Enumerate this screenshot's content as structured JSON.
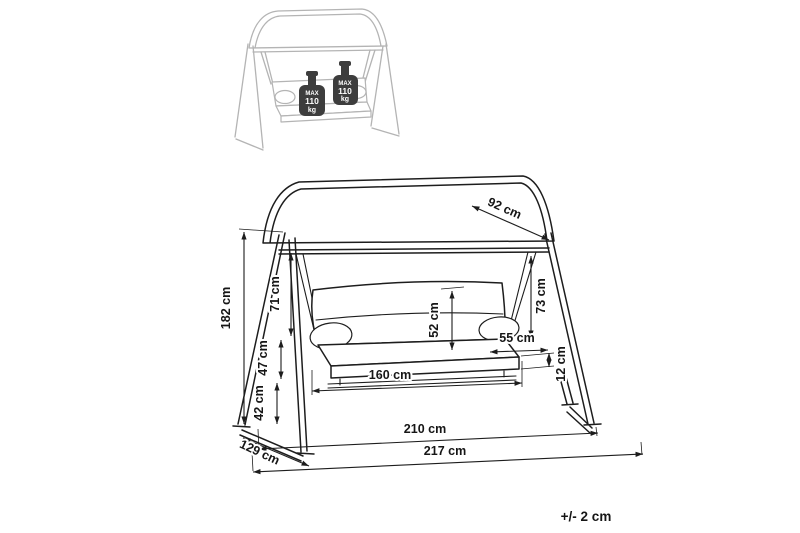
{
  "tolerance_note": "+/- 2 cm",
  "max_load_badges": [
    {
      "line1": "MAX",
      "line2": "110",
      "line3": "kg"
    },
    {
      "line1": "MAX",
      "line2": "110",
      "line3": "kg"
    }
  ],
  "dimensions": {
    "total_height": "182 cm",
    "front_hanging_height": "71 cm",
    "seat_side_height": "47 cm",
    "ground_clearance": "42 cm",
    "backrest_height": "52 cm",
    "canopy_depth": "92 cm",
    "rear_hanging_height": "73 cm",
    "seat_depth": "55 cm",
    "seat_thickness": "12 cm",
    "seat_width": "160 cm",
    "inner_base_width": "210 cm",
    "total_width": "217 cm",
    "base_depth": "129 cm"
  },
  "colors": {
    "line": "#1d1d1d",
    "thumbnail_line": "#b4b4b4",
    "jug_fill": "#3d3d3d",
    "background": "#ffffff"
  }
}
